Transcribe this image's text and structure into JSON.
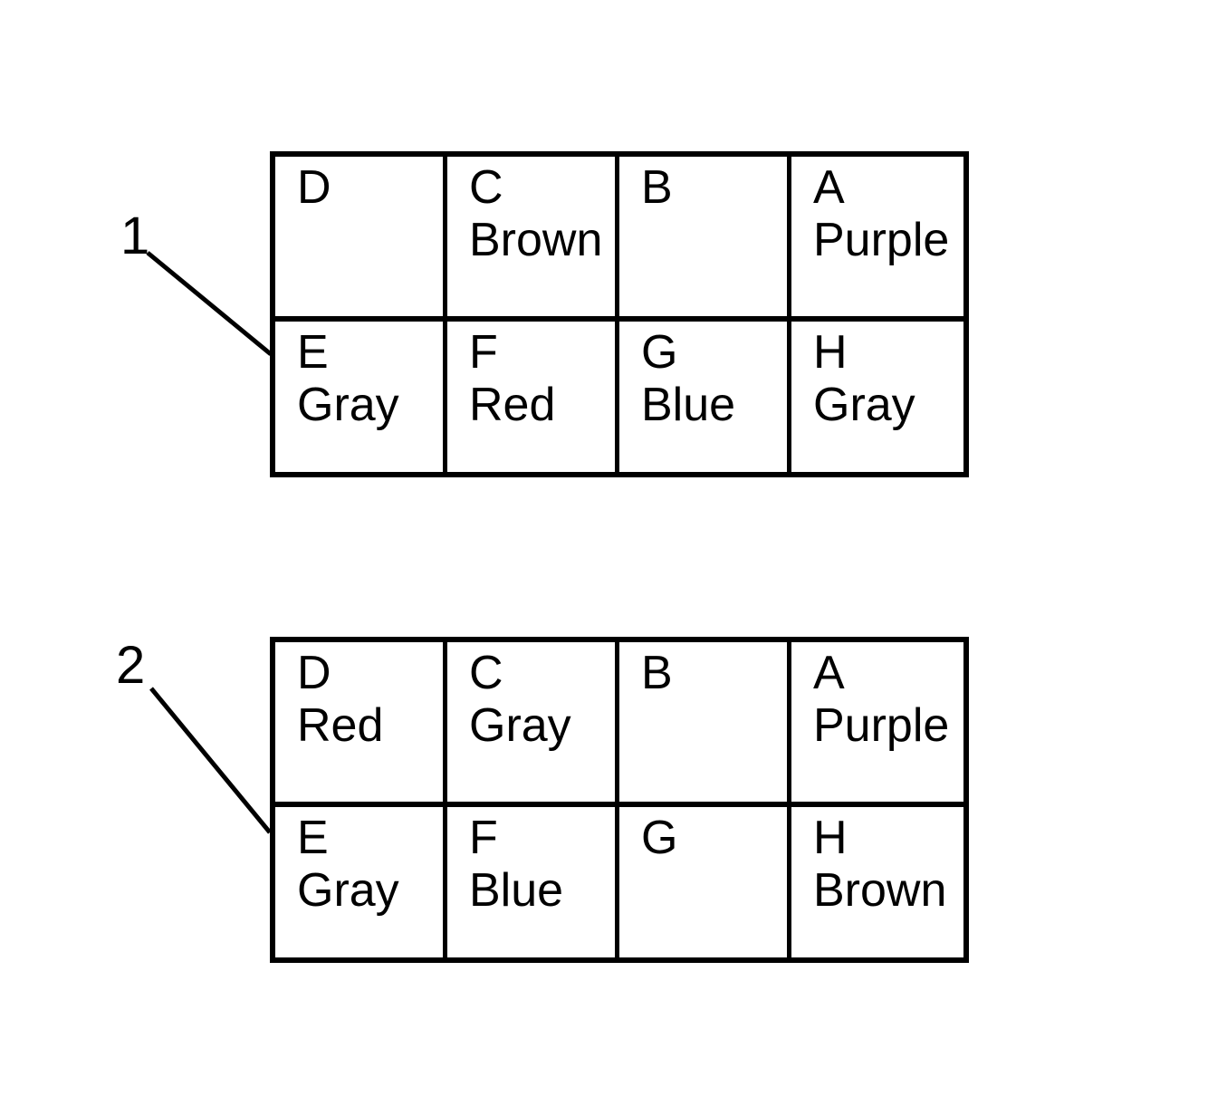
{
  "figure": {
    "background_color": "#ffffff",
    "ink_color": "#000000",
    "tables": [
      {
        "label": "1",
        "rows": [
          [
            {
              "letter": "D",
              "color": ""
            },
            {
              "letter": "C",
              "color": "Brown"
            },
            {
              "letter": "B",
              "color": ""
            },
            {
              "letter": "A",
              "color": "Purple"
            }
          ],
          [
            {
              "letter": "E",
              "color": "Gray"
            },
            {
              "letter": "F",
              "color": "Red"
            },
            {
              "letter": "G",
              "color": "Blue"
            },
            {
              "letter": "H",
              "color": "Gray"
            }
          ]
        ]
      },
      {
        "label": "2",
        "rows": [
          [
            {
              "letter": "D",
              "color": "Red"
            },
            {
              "letter": "C",
              "color": "Gray"
            },
            {
              "letter": "B",
              "color": ""
            },
            {
              "letter": "A",
              "color": "Purple"
            }
          ],
          [
            {
              "letter": "E",
              "color": "Gray"
            },
            {
              "letter": "F",
              "color": "Blue"
            },
            {
              "letter": "G",
              "color": ""
            },
            {
              "letter": "H",
              "color": "Brown"
            }
          ]
        ]
      }
    ]
  }
}
